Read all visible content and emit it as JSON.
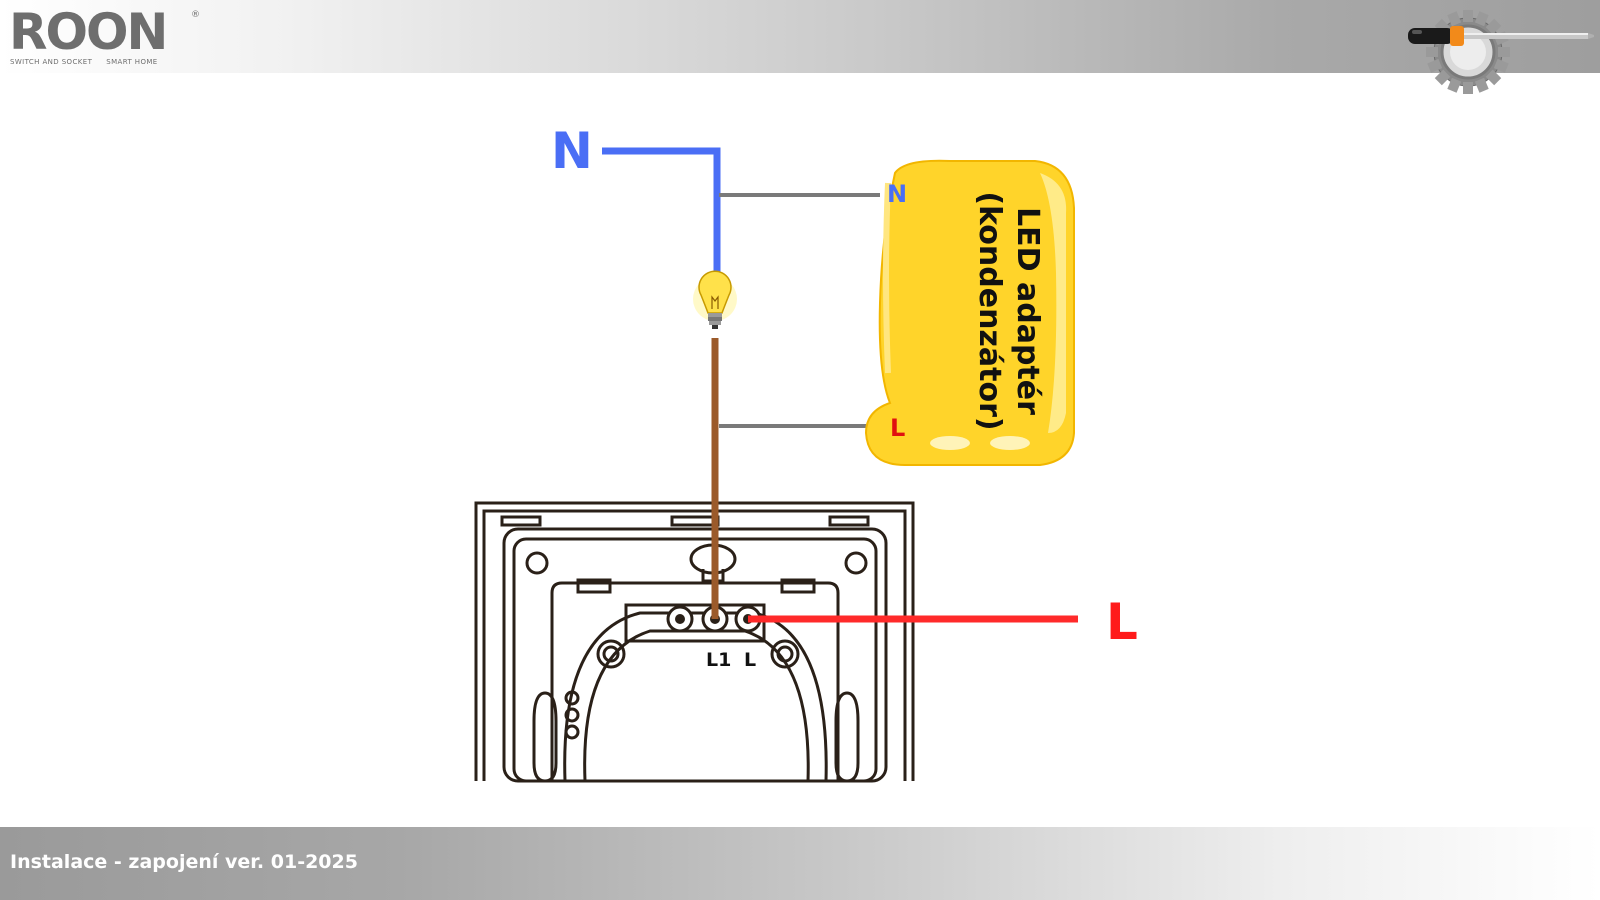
{
  "header": {
    "logo_text": "ROON",
    "logo_registered": "®",
    "logo_tag_left": "SWITCH AND SOCKET",
    "logo_tag_right": "SMART HOME",
    "tools_icon": "screwdriver-gear-icon"
  },
  "diagram": {
    "neutral_label": "N",
    "line_label": "L",
    "adapter": {
      "title_line1": "LED adaptér",
      "title_line2": "(kondenzátor)",
      "terminal_n": "N",
      "terminal_l": "L"
    },
    "switch_terminals": {
      "l1": "L1",
      "l": "L"
    },
    "bulb_icon": "light-bulb-icon",
    "colors": {
      "neutral": "#4a6ef5",
      "line": "#ff2a2a",
      "switched": "#9b5a2a",
      "adapter_wires": "#7a7a7a",
      "adapter_body": "#ffd42a",
      "adapter_n_label": "#4a6ef5",
      "adapter_l_label": "#e01010"
    }
  },
  "footer": {
    "text": "Instalace - zapojení ver. 01-2025"
  }
}
